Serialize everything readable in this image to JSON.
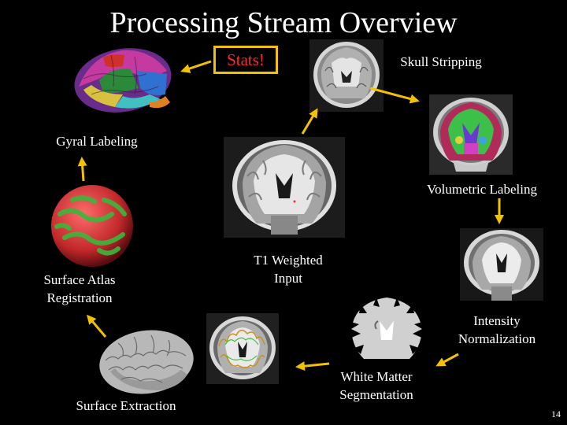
{
  "title": "Processing Stream Overview",
  "steps": {
    "stats": "Stats!",
    "skull_stripping": "Skull Stripping",
    "gyral_labeling": "Gyral Labeling",
    "volumetric_labeling": "Volumetric Labeling",
    "t1_weighted_input": "T1 Weighted Input",
    "surface_atlas_registration": "Surface Atlas Registration",
    "intensity_normalization": "Intensity Normalization",
    "white_matter_segmentation": "White Matter Segmentation",
    "surface_extraction": "Surface Extraction"
  },
  "page_number": "14",
  "colors": {
    "background": "#000000",
    "arrow": "#f2c200",
    "stats_text": "#ff2a2a",
    "stats_border": "#f2c200"
  }
}
